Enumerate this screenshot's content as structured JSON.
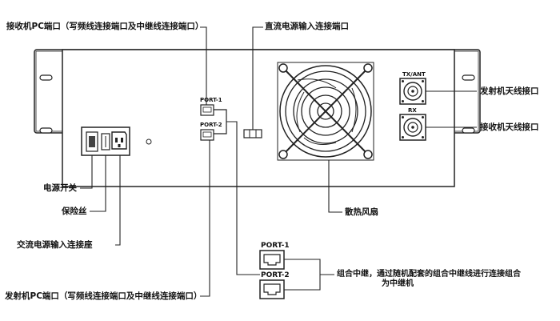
{
  "labels": {
    "rx_pc_port": "接收机PC端口（写频线连接端口及中继线连接端口）",
    "dc_input": "直流电源输入连接端口",
    "tx_antenna": "发射机天线接口",
    "rx_antenna": "接收机天线接口",
    "power_switch": "电源开关",
    "fuse": "保险丝",
    "ac_input": "交流电源输入连接座",
    "cooling_fan": "散热风扇",
    "tx_pc_port": "发射机PC端口（写频线连接端口及中继线连接端口）",
    "combine_repeater_1": "组合中继，通过随机配套的组合中继线进行连接组合",
    "combine_repeater_2": "为中继机"
  },
  "panel_marks": {
    "port1": "PORT-1",
    "port2": "PORT-2",
    "tx_ant": "TX/ANT",
    "rx": "RX"
  },
  "detail_marks": {
    "port1": "PORT-1",
    "port2": "PORT-2"
  }
}
